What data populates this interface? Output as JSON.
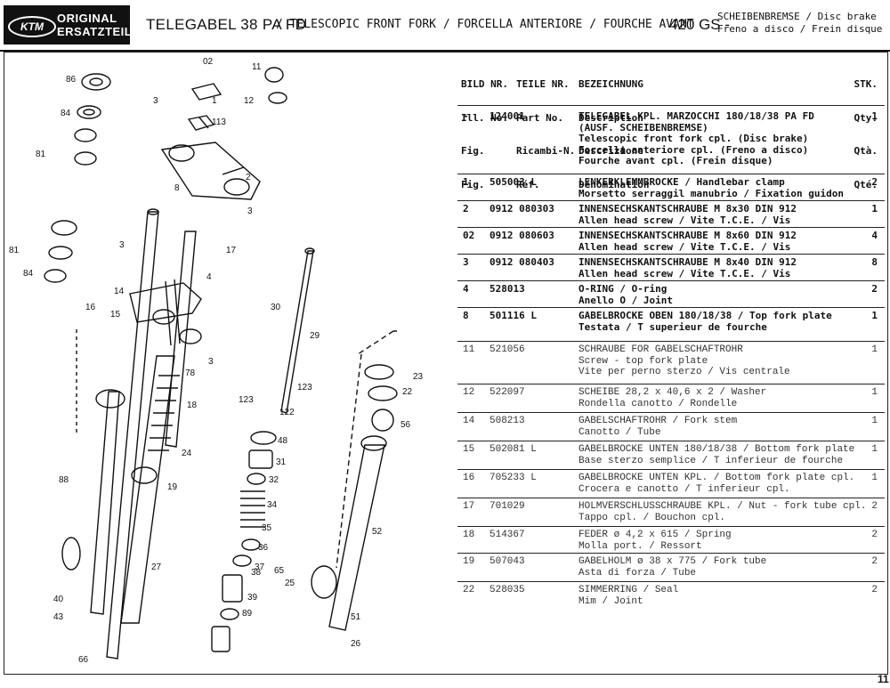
{
  "header": {
    "logo_badge": "KTM",
    "logo_line1": "ORIGINAL",
    "logo_line2": "ERSATZTEILE",
    "title": "TELEGABEL 38 PA FD",
    "subtitle": "/ TELESCOPIC FRONT FORK / FORCELLA ANTERIORE / FOURCHE AVANT",
    "model": "420 GS -",
    "brake_line1": "SCHEIBENBREMSE / Disc brake",
    "brake_line2": "Freno a disco / Frein disque"
  },
  "columns": {
    "pos": [
      "BILD NR.",
      "Ill. No.",
      "Fig.",
      "Fig."
    ],
    "part": [
      "TEILE NR.",
      "Part No.",
      "Ricambi-N.",
      "Réf."
    ],
    "desc": [
      "BEZEICHNUNG",
      "Description",
      "Descrizione",
      "Dénomination"
    ],
    "qty": [
      "STK.",
      "Qty.",
      "Qtà.",
      "Qté."
    ]
  },
  "parts": [
    {
      "pos": "-",
      "part": "124001",
      "qty": "1",
      "lines": [
        "TELEGABEL KPL. MARZOCCHI 180/18/38 PA FD",
        "(AUSF. SCHEIBENBREMSE)",
        "Telescopic front fork cpl. (Disc brake)",
        "Forcella anteriore cpl. (Freno a disco)",
        "Fourche avant cpl. (Frein disque)"
      ]
    },
    {
      "pos": "1",
      "part": "505003 L",
      "qty": "2",
      "lines": [
        "LENKERKLEMMBROCKE / Handlebar clamp",
        "Morsetto serraggil manubrio / Fixation guidon"
      ]
    },
    {
      "pos": "2",
      "part": "0912 080303",
      "qty": "1",
      "lines": [
        "INNENSECHSKANTSCHRAUBE M 8x30 DIN 912",
        "Allen head screw / Vite T.C.E. / Vis"
      ]
    },
    {
      "pos": "02",
      "part": "0912 080603",
      "qty": "4",
      "lines": [
        "INNENSECHSKANTSCHRAUBE M 8x60 DIN 912",
        "Allen head screw / Vite T.C.E. / Vis"
      ]
    },
    {
      "pos": "3",
      "part": "0912 080403",
      "qty": "8",
      "lines": [
        "INNENSECHSKANTSCHRAUBE M 8x40 DIN 912",
        "Allen head screw / Vite T.C.E. / Vis"
      ]
    },
    {
      "pos": "4",
      "part": "528013",
      "qty": "2",
      "lines": [
        "O-RING / O-ring",
        "Anello O / Joint"
      ]
    },
    {
      "pos": "8",
      "part": "501116 L",
      "qty": "1",
      "lines": [
        "GABELBROCKE OBEN 180/18/38 / Top fork plate",
        "Testata / T superieur de fourche"
      ]
    },
    {
      "pos": "11",
      "part": "521056",
      "qty": "1",
      "lines": [
        "SCHRAUBE FOR GABELSCHAFTROHR",
        "Screw - top fork plate",
        "Vite per perno sterzo / Vis centrale"
      ]
    },
    {
      "pos": "12",
      "part": "522097",
      "qty": "1",
      "lines": [
        "SCHEIBE 28,2 x 40,6 x 2 / Washer",
        "Rondella canotto / Rondelle"
      ]
    },
    {
      "pos": "14",
      "part": "508213",
      "qty": "1",
      "lines": [
        "GABELSCHAFTROHR / Fork stem",
        "Canotto / Tube"
      ]
    },
    {
      "pos": "15",
      "part": "502081 L",
      "qty": "1",
      "lines": [
        "GABELBROCKE UNTEN 180/18/38 / Bottom fork plate",
        "Base sterzo semplice / T inferieur de fourche"
      ]
    },
    {
      "pos": "16",
      "part": "705233 L",
      "qty": "1",
      "lines": [
        "GABELBROCKE UNTEN KPL. / Bottom fork plate cpl.",
        "Crocera e canotto / T inferieur cpl."
      ]
    },
    {
      "pos": "17",
      "part": "701029",
      "qty": "2",
      "lines": [
        "HOLMVERSCHLUSSCHRAUBE KPL. / Nut - fork tube cpl.",
        "Tappo cpl. / Bouchon cpl."
      ]
    },
    {
      "pos": "18",
      "part": "514367",
      "qty": "2",
      "lines": [
        "FEDER ø 4,2 x 615 / Spring",
        "Molla port. / Ressort"
      ]
    },
    {
      "pos": "19",
      "part": "507043",
      "qty": "2",
      "lines": [
        "GABELHOLM ø 38 x 775 / Fork tube",
        "Asta di forza / Tube"
      ]
    },
    {
      "pos": "22",
      "part": "528035",
      "qty": "2",
      "lines": [
        "SIMMERRING / Seal",
        "Mim / Joint"
      ]
    }
  ],
  "diagram_labels": [
    "02",
    "11",
    "86",
    "1",
    "12",
    "3",
    "113",
    "84",
    "81",
    "8",
    "2",
    "3",
    "81",
    "84",
    "3",
    "17",
    "4",
    "14",
    "16",
    "15",
    "30",
    "29",
    "78",
    "3",
    "18",
    "123",
    "122",
    "123",
    "23",
    "22",
    "56",
    "48",
    "31",
    "32",
    "34",
    "35",
    "36",
    "37",
    "38",
    "39",
    "89",
    "24",
    "88",
    "19",
    "27",
    "65",
    "25",
    "52",
    "40",
    "43",
    "66",
    "51",
    "26"
  ],
  "page_number": "11"
}
